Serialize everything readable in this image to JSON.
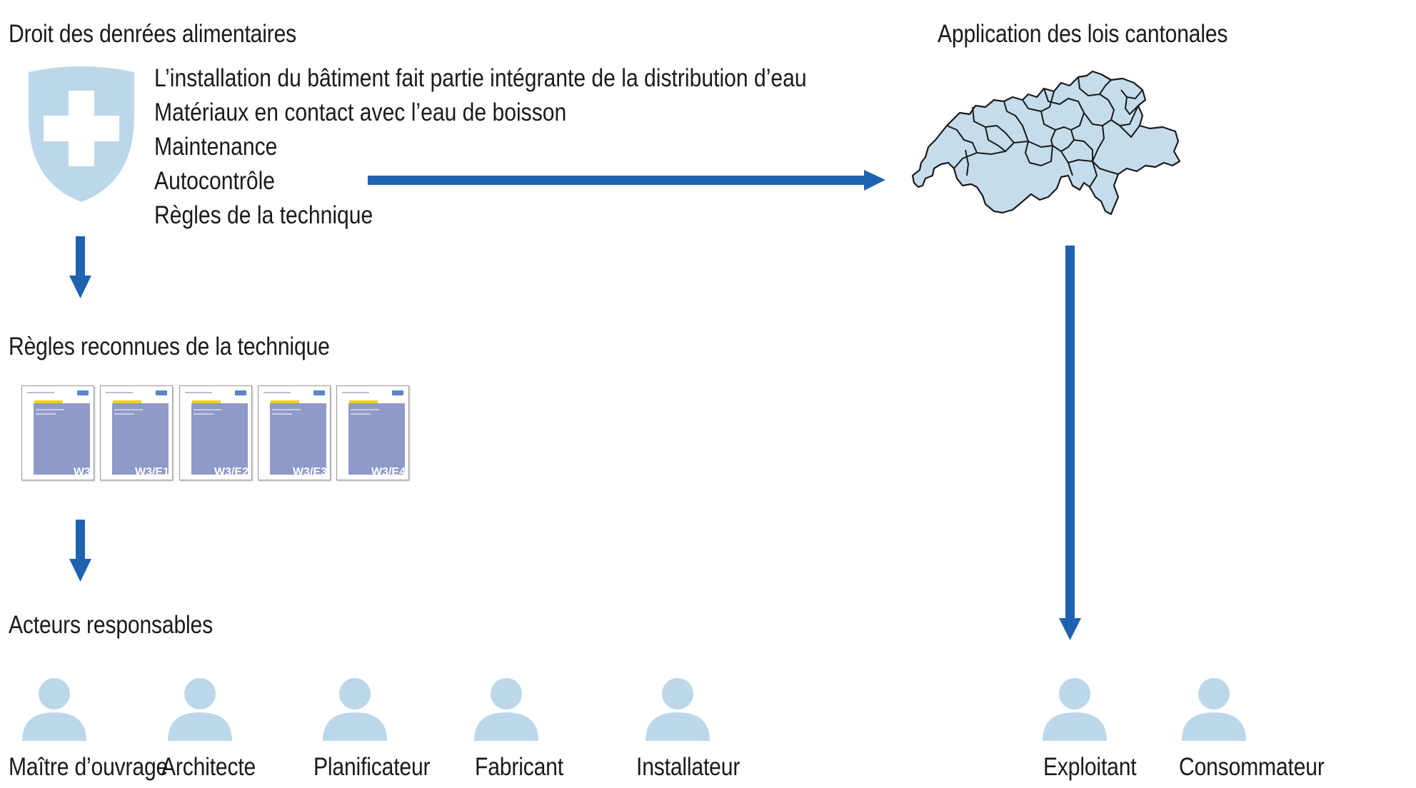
{
  "colors": {
    "arrow": "#1f63b0",
    "light_blue": "#bdd7ea",
    "shield": "#bdd7ea",
    "map_fill": "#c5dced",
    "map_stroke": "#1a1a1a",
    "person": "#bdd7ea",
    "doc_cover": "#8f9ac8",
    "text": "#1a1a1a"
  },
  "food_law": {
    "title": "Droit des denrées alimentaires",
    "icon": "swiss-shield-icon",
    "requirements": [
      "L’installation du bâtiment fait partie intégrante de la distribution d’eau",
      "Matériaux en contact avec l’eau de boisson",
      "Maintenance",
      "Autocontrôle",
      "Règles de la technique"
    ]
  },
  "cantonal": {
    "title": "Application des lois cantonales",
    "icon": "switzerland-map-icon"
  },
  "rules": {
    "title": "Règles reconnues de la technique",
    "documents": [
      "W3",
      "W3/E1",
      "W3/E2",
      "W3/E3",
      "W3/E4"
    ]
  },
  "actors": {
    "title": "Acteurs responsables",
    "responsible": [
      "Maître d’ouvrage",
      "Architecte",
      "Planificateur",
      "Fabricant",
      "Installateur"
    ],
    "downstream": [
      "Exploitant",
      "Consommateur"
    ],
    "icon": "person-icon"
  }
}
